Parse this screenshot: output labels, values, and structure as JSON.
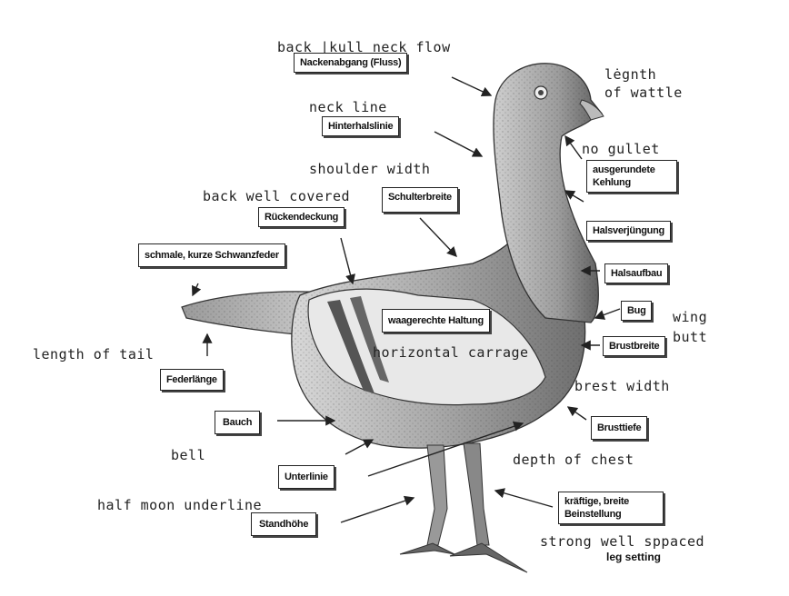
{
  "labels_en": {
    "back_skull_neck_flow": "back |kull neck flow",
    "length_of_wattle": "lėgnth\nof wattle",
    "neck_line": "neck line",
    "no_gullet": "no gullet",
    "shoulder_width": "shoulder width",
    "back_well_covered": "back well covered",
    "wing_butt": "wing\nbutt",
    "length_of_tail": "length of tail",
    "horizontal_carriage": "horizontal carrage",
    "brest_width": "brest width",
    "bell": "bell",
    "depth_of_chest": "depth of chest",
    "half_moon_underline": "half moon underline",
    "strong_well_spaced": "strong well sppaced",
    "leg_setting": "leg setting"
  },
  "labels_de": {
    "nackenabgang": "Nackenabgang (Fluss)",
    "hinterhalslinie": "Hinterhalslinie",
    "ausgerundete_kehlung": "ausgerundete Kehlung",
    "schulterbreite": "Schulterbreite",
    "rueckendeckung": "Rückendeckung",
    "halsverjuengung": "Halsverjüngung",
    "schwanzfeder": "schmale, kurze Schwanzfeder",
    "halsaufbau": "Halsaufbau",
    "bug": "Bug",
    "waagerechte_haltung": "waagerechte Haltung",
    "brustbreite": "Brustbreite",
    "federlaenge": "Federlänge",
    "bauch": "Bauch",
    "brusttiefe": "Brusttiefe",
    "unterlinie": "Unterlinie",
    "beinstellung": "kräftige, breite Beinstellung",
    "standhoehe": "Standhöhe"
  },
  "colors": {
    "ink": "#222222",
    "body_shade": "#8a8a8a",
    "wing_bar": "#555555"
  }
}
